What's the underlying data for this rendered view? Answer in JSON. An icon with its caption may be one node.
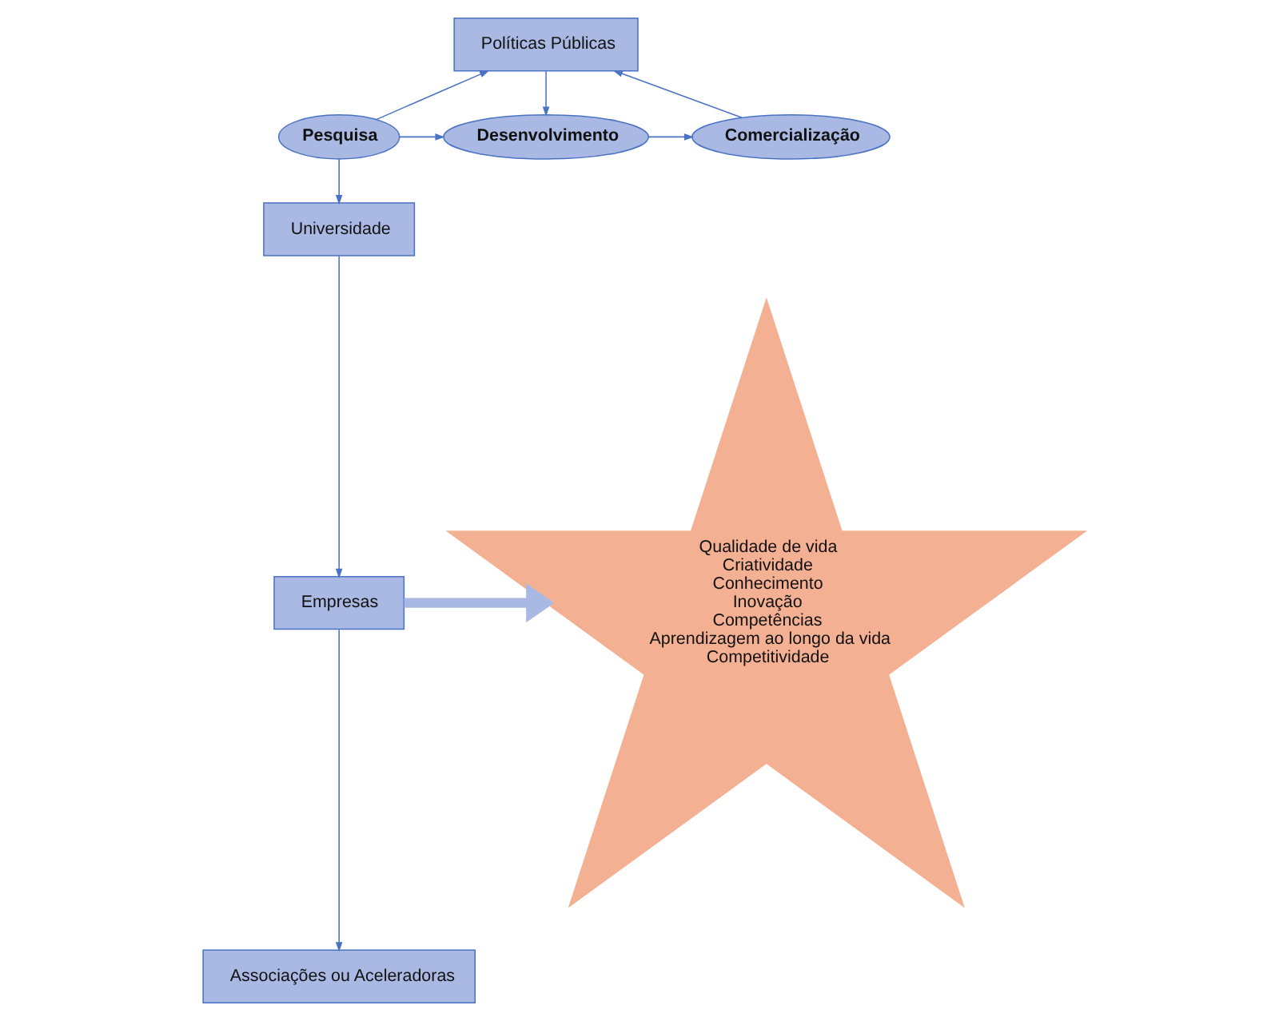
{
  "diagram": {
    "nodes": [
      {
        "text": [
          "Políticas Públicas"
        ]
      },
      {
        "text": [
          "Pesquisa"
        ]
      },
      {
        "text": [
          "Desenvolvimento"
        ]
      },
      {
        "text": [
          "Comercialização"
        ]
      },
      {
        "text": [
          "Universidade"
        ]
      },
      {
        "text": [
          "Empresas"
        ]
      },
      {
        "text": [
          "Associações ou Aceleradoras"
        ]
      },
      {
        "text": [
          "Qualidade de vida",
          "Criatividade",
          "Conhecimento",
          "Inovação",
          "Competências",
          "Aprendizagem ao longo da vida",
          "Competitividade"
        ]
      }
    ],
    "edges": [
      {
        "from": 1,
        "to": 0,
        "arrow": "to"
      },
      {
        "from": 0,
        "to": 2,
        "arrow": "to"
      },
      {
        "from": 3,
        "to": 0,
        "arrow": "to"
      },
      {
        "from": 1,
        "to": 2,
        "arrow": "to"
      },
      {
        "from": 2,
        "to": 3,
        "arrow": "to"
      },
      {
        "from": 1,
        "to": 4,
        "arrow": "to"
      },
      {
        "from": 4,
        "to": 5,
        "arrow": "to"
      },
      {
        "from": 5,
        "to": 6,
        "arrow": "to"
      },
      {
        "from": 5,
        "to": 7,
        "arrow": "to",
        "style": "thick",
        "color": "#a9b9e3"
      }
    ]
  }
}
